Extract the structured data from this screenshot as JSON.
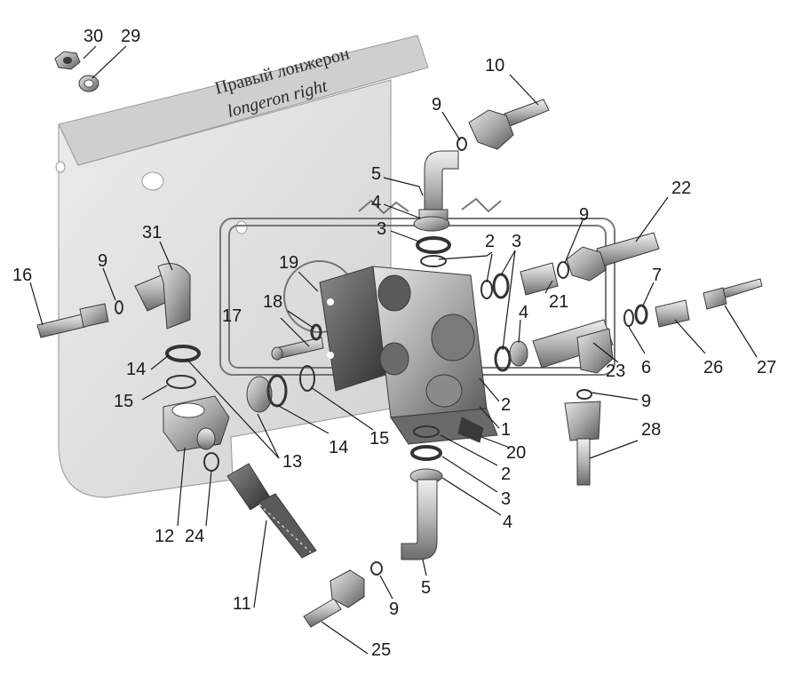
{
  "plate": {
    "label_ru": "Правый лонжерон",
    "label_en": "longeron right"
  },
  "callouts": {
    "n1": "1",
    "n2": "2",
    "n3": "3",
    "n4": "4",
    "n5": "5",
    "n6": "6",
    "n7": "7",
    "n9": "9",
    "n10": "10",
    "n11": "11",
    "n12": "12",
    "n13": "13",
    "n14": "14",
    "n15": "15",
    "n16": "16",
    "n17": "17",
    "n18": "18",
    "n19": "19",
    "n20": "20",
    "n21": "21",
    "n22": "22",
    "n23": "23",
    "n24": "24",
    "n25": "25",
    "n26": "26",
    "n27": "27",
    "n28": "28",
    "n29": "29",
    "n30": "30",
    "n31": "31"
  },
  "colors": {
    "plate": "#e3e3e3",
    "plate_edge": "#a9a9a9",
    "metal_light": "#d6d6d6",
    "metal_mid": "#9a9a9a",
    "metal_dark": "#4a4a4a",
    "ink": "#1a1a1a"
  }
}
